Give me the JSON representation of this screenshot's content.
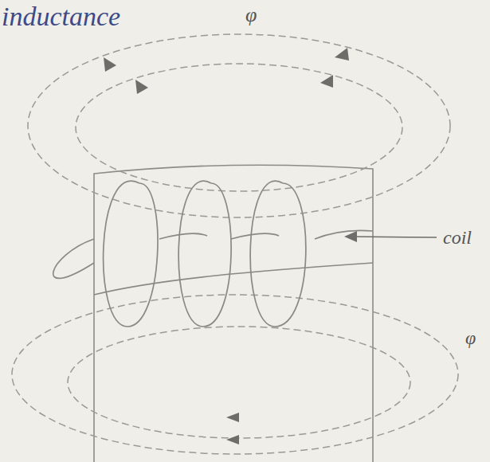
{
  "diagram": {
    "labels": [
      "inductance",
      "φ",
      "coil",
      "φ"
    ]
  }
}
